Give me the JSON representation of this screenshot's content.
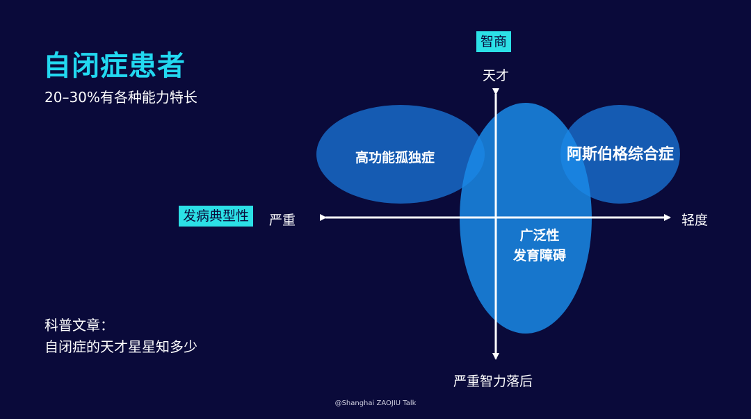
{
  "title": "自闭症患者",
  "subtitle": "20–30%有各种能力特长",
  "note": {
    "line1": "科普文章：",
    "line2": "自闭症的天才星星知多少"
  },
  "axes": {
    "y_tag": "智商",
    "y_top": "天才",
    "y_bottom": "严重智力落后",
    "x_tag": "发病典型性",
    "x_left": "严重",
    "x_right": "轻度"
  },
  "regions": {
    "hfa": "高功能孤独症",
    "asperger": "阿斯伯格综合症",
    "pdd_line1": "广泛性",
    "pdd_line2": "发育障碍"
  },
  "credit": "@Shanghai ZAOJIU Talk",
  "colors": {
    "background": "#0a0a3a",
    "title": "#22d8f0",
    "tag_bg": "#2ce0e6",
    "ellipse_dark": "#1660b8",
    "ellipse_light": "#1a8ae6"
  }
}
